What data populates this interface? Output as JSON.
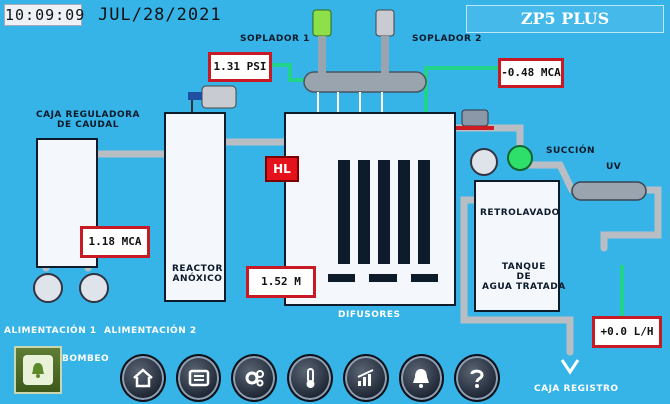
{
  "header": {
    "time": "10:09:09",
    "date": "JUL/28/2021",
    "title": "ZP5 PLUS"
  },
  "labels": {
    "soplador1": "SOPLADOR 1",
    "soplador2": "SOPLADOR 2",
    "caja_reguladora": "CAJA REGULADORA\nDE CAUDAL",
    "reactor": "REACTOR\nANÓXICO",
    "difusores": "DIFUSORES",
    "succion": "SUCCIÓN",
    "uv": "UV",
    "retrolavado": "RETROLAVADO",
    "tanque": "TANQUE\nDE\nAGUA TRATADA",
    "alimentacion1": "ALIMENTACIÓN 1",
    "alimentacion2": "ALIMENTACIÓN 2",
    "bombeo": "BOMBEO",
    "caja_registro": "CAJA REGISTRO",
    "hl": "HL"
  },
  "readouts": {
    "blower_pressure": "1.31 PSI",
    "suction_pressure": "-0.48 MCA",
    "regulator_level": "1.18 MCA",
    "membrane_level": "1.52 M",
    "flow": "+0.0 L/H"
  },
  "nav": [
    {
      "name": "home-icon"
    },
    {
      "name": "equipment-icon"
    },
    {
      "name": "settings-icon"
    },
    {
      "name": "thermometer-icon"
    },
    {
      "name": "trend-chart-icon"
    },
    {
      "name": "alarm-bell-icon"
    },
    {
      "name": "help-icon"
    }
  ],
  "colors": {
    "background": "#36b4e8",
    "pipe": "#b9bec4",
    "air_line": "#22d48a",
    "alarm": "#e5121b",
    "readout_border": "#c81a24"
  }
}
